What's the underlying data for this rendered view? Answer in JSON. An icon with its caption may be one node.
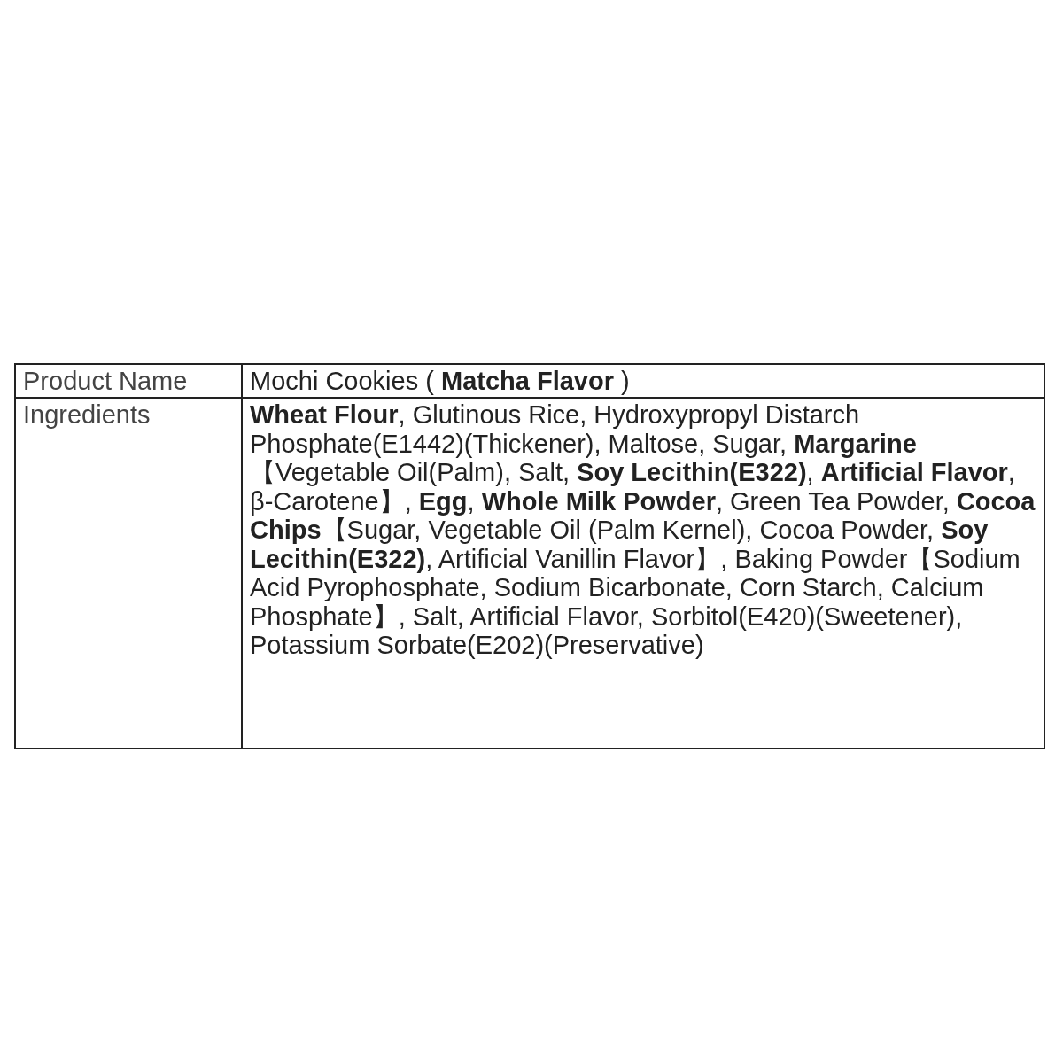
{
  "diagram": {
    "labels": [
      "Product Name",
      "Mochi Cookies ( **Matcha Flavor** )",
      "Ingredients",
      "**Wheat Flour**, Glutinous Rice, Hydroxypropyl Distarch Phosphate(E1442)(Thickener), Maltose, Sugar, **Margarine**【Vegetable Oil(Palm), Salt, **Soy Lecithin(E322)**, **Artificial Flavor**, β-Carotene】, **Egg**, **Whole Milk Powder**, Green Tea Powder, **Cocoa Chips**【Sugar, Vegetable Oil (Palm Kernel), Cocoa Powder, **Soy Lecithin(E322)**, Artificial Vanillin Flavor】, Baking Powder【Sodium Acid Pyrophosphate, Sodium Bicarbonate, Corn Starch, Calcium Phosphate】, Salt, Artificial Flavor, Sorbitol(E420)(Sweetener), Potassium Sorbate(E202)(Preservative)"
    ]
  }
}
